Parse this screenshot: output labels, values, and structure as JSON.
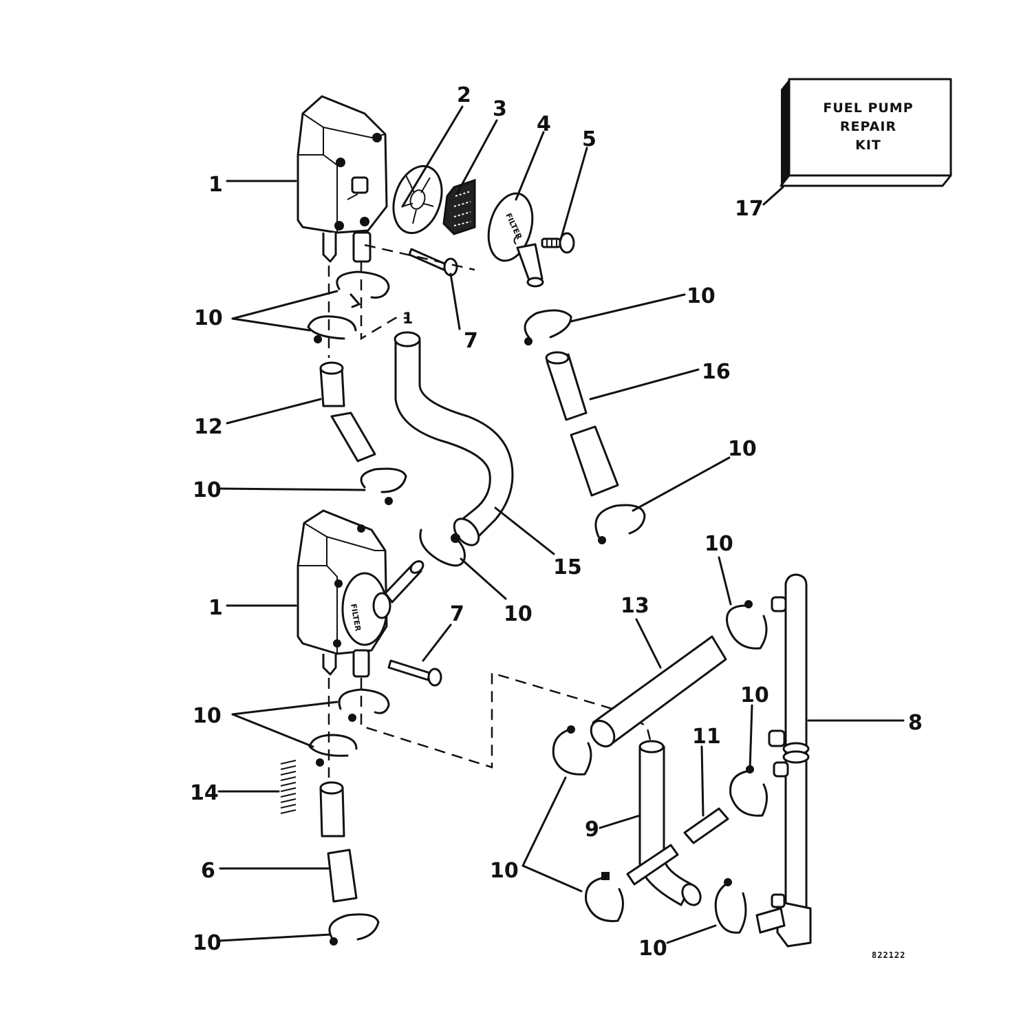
{
  "diagram": {
    "callouts": [
      {
        "id": "c1a",
        "text": "1"
      },
      {
        "id": "c2",
        "text": "2"
      },
      {
        "id": "c3",
        "text": "3"
      },
      {
        "id": "c4",
        "text": "4"
      },
      {
        "id": "c5",
        "text": "5"
      },
      {
        "id": "c17",
        "text": "17"
      },
      {
        "id": "c10a",
        "text": "10"
      },
      {
        "id": "c7a",
        "text": "7"
      },
      {
        "id": "c10b",
        "text": "10"
      },
      {
        "id": "c16",
        "text": "16"
      },
      {
        "id": "c12",
        "text": "12"
      },
      {
        "id": "c10c",
        "text": "10"
      },
      {
        "id": "c10d",
        "text": "10"
      },
      {
        "id": "c15",
        "text": "15"
      },
      {
        "id": "c10e",
        "text": "10"
      },
      {
        "id": "c10f",
        "text": "10"
      },
      {
        "id": "c1b",
        "text": "1"
      },
      {
        "id": "c7b",
        "text": "7"
      },
      {
        "id": "c13",
        "text": "13"
      },
      {
        "id": "c10g",
        "text": "10"
      },
      {
        "id": "c10h",
        "text": "10"
      },
      {
        "id": "c11",
        "text": "11"
      },
      {
        "id": "c8",
        "text": "8"
      },
      {
        "id": "c14",
        "text": "14"
      },
      {
        "id": "c9",
        "text": "9"
      },
      {
        "id": "c6",
        "text": "6"
      },
      {
        "id": "c10i",
        "text": "10"
      },
      {
        "id": "c10j",
        "text": "10"
      },
      {
        "id": "c10k",
        "text": "10"
      },
      {
        "id": "c1c",
        "text": "1"
      }
    ],
    "kit_box": {
      "line1": "FUEL PUMP",
      "line2": "REPAIR",
      "line3": "KIT"
    },
    "filter_label": "FILTER",
    "drawing_code": "822122"
  }
}
